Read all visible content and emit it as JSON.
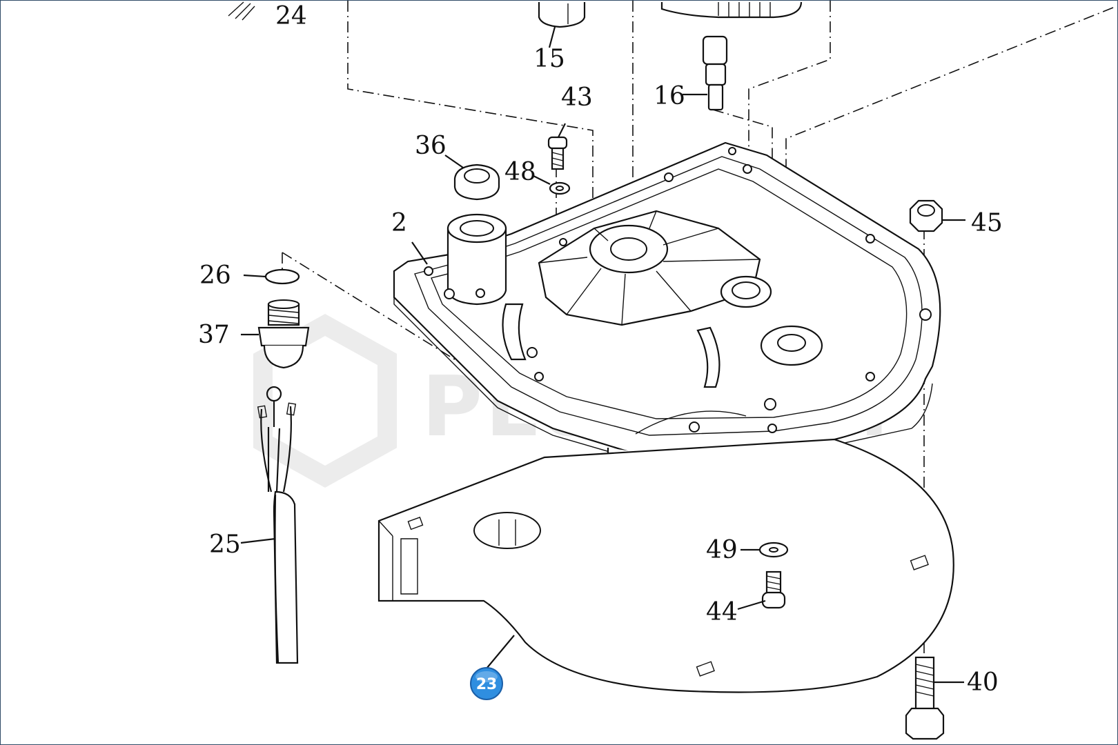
{
  "diagram": {
    "part_labels": {
      "p24": "24",
      "p15": "15",
      "p43": "43",
      "p16": "16",
      "p36": "36",
      "p48": "48",
      "p2": "2",
      "p45": "45",
      "p26": "26",
      "p37": "37",
      "p25": "25",
      "p49": "49",
      "p44": "44",
      "p40": "40"
    },
    "highlighted_part": "23",
    "watermark": "PLUSCOM",
    "colors": {
      "line": "#111111",
      "badge": "#2f8ee0",
      "frame": "#2e4a66",
      "watermark": "#d8d8d8"
    }
  }
}
